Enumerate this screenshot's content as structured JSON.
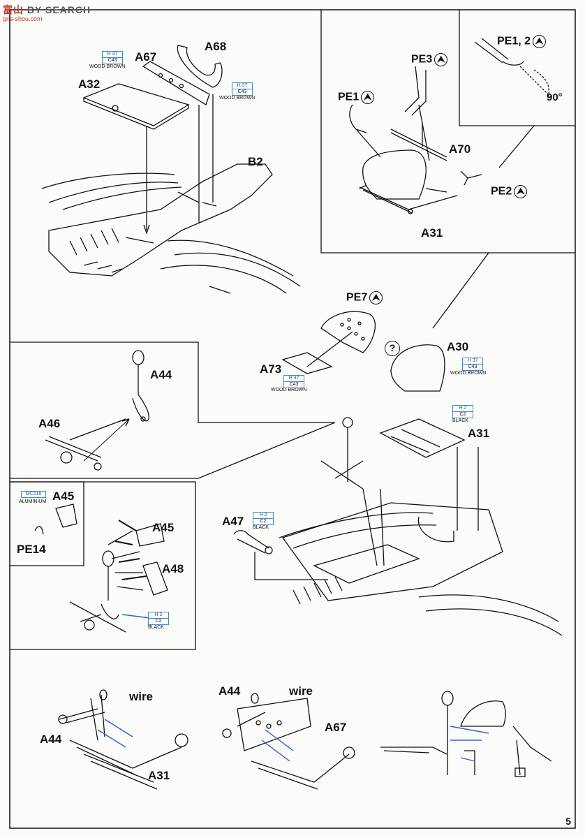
{
  "header": {
    "watermark_brand_a": "富山",
    "watermark_brand_b": "BY SEARCH",
    "watermark_url": "gns-shou.com"
  },
  "labels": {
    "a32": "A32",
    "a67": "A67",
    "a68": "A68",
    "b2": "B2",
    "pe3": "PE3",
    "pe1": "PE1",
    "pe12": "PE1, 2",
    "angle": "90°",
    "a70": "A70",
    "pe2": "PE2",
    "a31_top": "A31",
    "pe7": "PE7",
    "a30": "A30",
    "a73": "A73",
    "question": "?",
    "a44_mid": "A44",
    "a46": "A46",
    "a31_mid": "A31",
    "a45_inset": "A45",
    "pe14": "PE14",
    "a45": "A45",
    "a48": "A48",
    "a47": "A47",
    "a44_bl": "A44",
    "wire_bl": "wire",
    "a31_bl": "A31",
    "a44_bm": "A44",
    "wire_bm": "wire",
    "a67_bm": "A67"
  },
  "arrow_symbol": "⮝",
  "color_codes": {
    "wood_brown_1": {
      "h": "H 37",
      "c": "C43",
      "name": "WOOD BROWN"
    },
    "wood_brown_2": {
      "h": "H 37",
      "c": "C43",
      "name": "WOOD BROWN"
    },
    "wood_brown_3": {
      "h": "H 37",
      "c": "C43",
      "name": "WOOD BROWN"
    },
    "wood_brown_4": {
      "h": "H 37",
      "c": "C43",
      "name": "WOOD BROWN"
    },
    "black_1": {
      "h": "H 2",
      "c": "C2",
      "name": "BLACK"
    },
    "black_2": {
      "h": "H 2",
      "c": "C2",
      "name": "BLACK"
    },
    "black_3": {
      "h": "H 2",
      "c": "C2",
      "name": "BLACK"
    },
    "aluminium": {
      "h": "MC218",
      "name": "ALUMINIUM"
    }
  },
  "page_number": "5",
  "colors": {
    "code_box": "#3d8ad0",
    "wire": "#2f5fd0",
    "line": "#111111"
  }
}
